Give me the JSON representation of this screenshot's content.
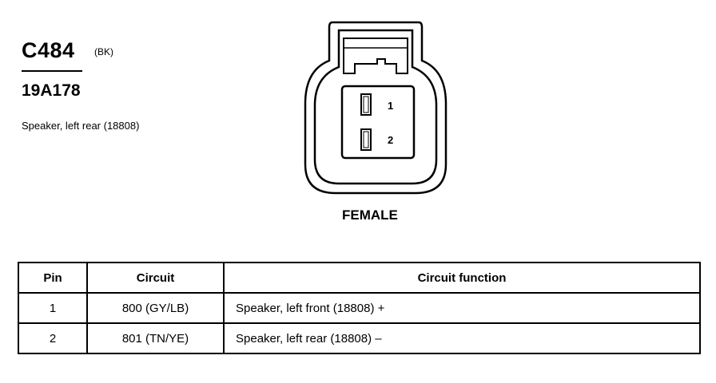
{
  "connector": {
    "id": "C484",
    "color_code": "(BK)",
    "part_number": "19A178",
    "description": "Speaker, left rear (18808)",
    "gender": "FEMALE",
    "pin_labels": [
      "1",
      "2"
    ]
  },
  "table": {
    "headers": [
      "Pin",
      "Circuit",
      "Circuit function"
    ],
    "rows": [
      {
        "pin": "1",
        "circuit": "800 (GY/LB)",
        "function": "Speaker, left front (18808) +"
      },
      {
        "pin": "2",
        "circuit": "801 (TN/YE)",
        "function": "Speaker, left rear (18808) –"
      }
    ]
  }
}
